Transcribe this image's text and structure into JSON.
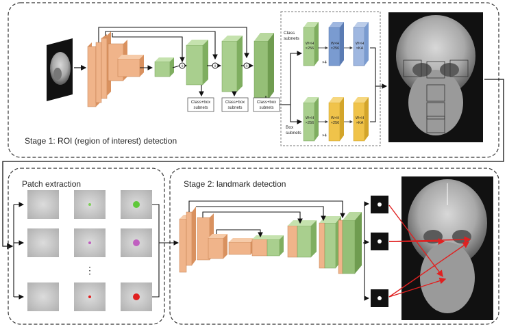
{
  "stage1": {
    "title": "Stage 1: ROI (region of interest) detection",
    "plus": "+",
    "subnet_boxes": [
      "Class+box",
      "subnets"
    ],
    "class_subnets": [
      "Class",
      "subnets"
    ],
    "box_subnets": [
      "Box",
      "subnets"
    ],
    "class_blocks": [
      [
        "W×H",
        "×256"
      ],
      [
        "W×H",
        "×256"
      ],
      [
        "W×H",
        "×KA"
      ]
    ],
    "box_blocks": [
      [
        "W×H",
        "×256"
      ],
      [
        "W×H",
        "×256"
      ],
      [
        "W×H",
        "×KA"
      ]
    ],
    "repeat": "×4"
  },
  "patch": {
    "title": "Patch extraction",
    "ellipsis": "⋮"
  },
  "stage2": {
    "title": "Stage 2: landmark detection"
  },
  "colors": {
    "orange": "#f0b48a",
    "orange_dark": "#d9915f",
    "green": "#a9cf8e",
    "green_dark": "#7fae60",
    "blue": "#7a9bd0",
    "yellow": "#f0c34a",
    "red": "#e02020",
    "purple": "#c060c0"
  }
}
